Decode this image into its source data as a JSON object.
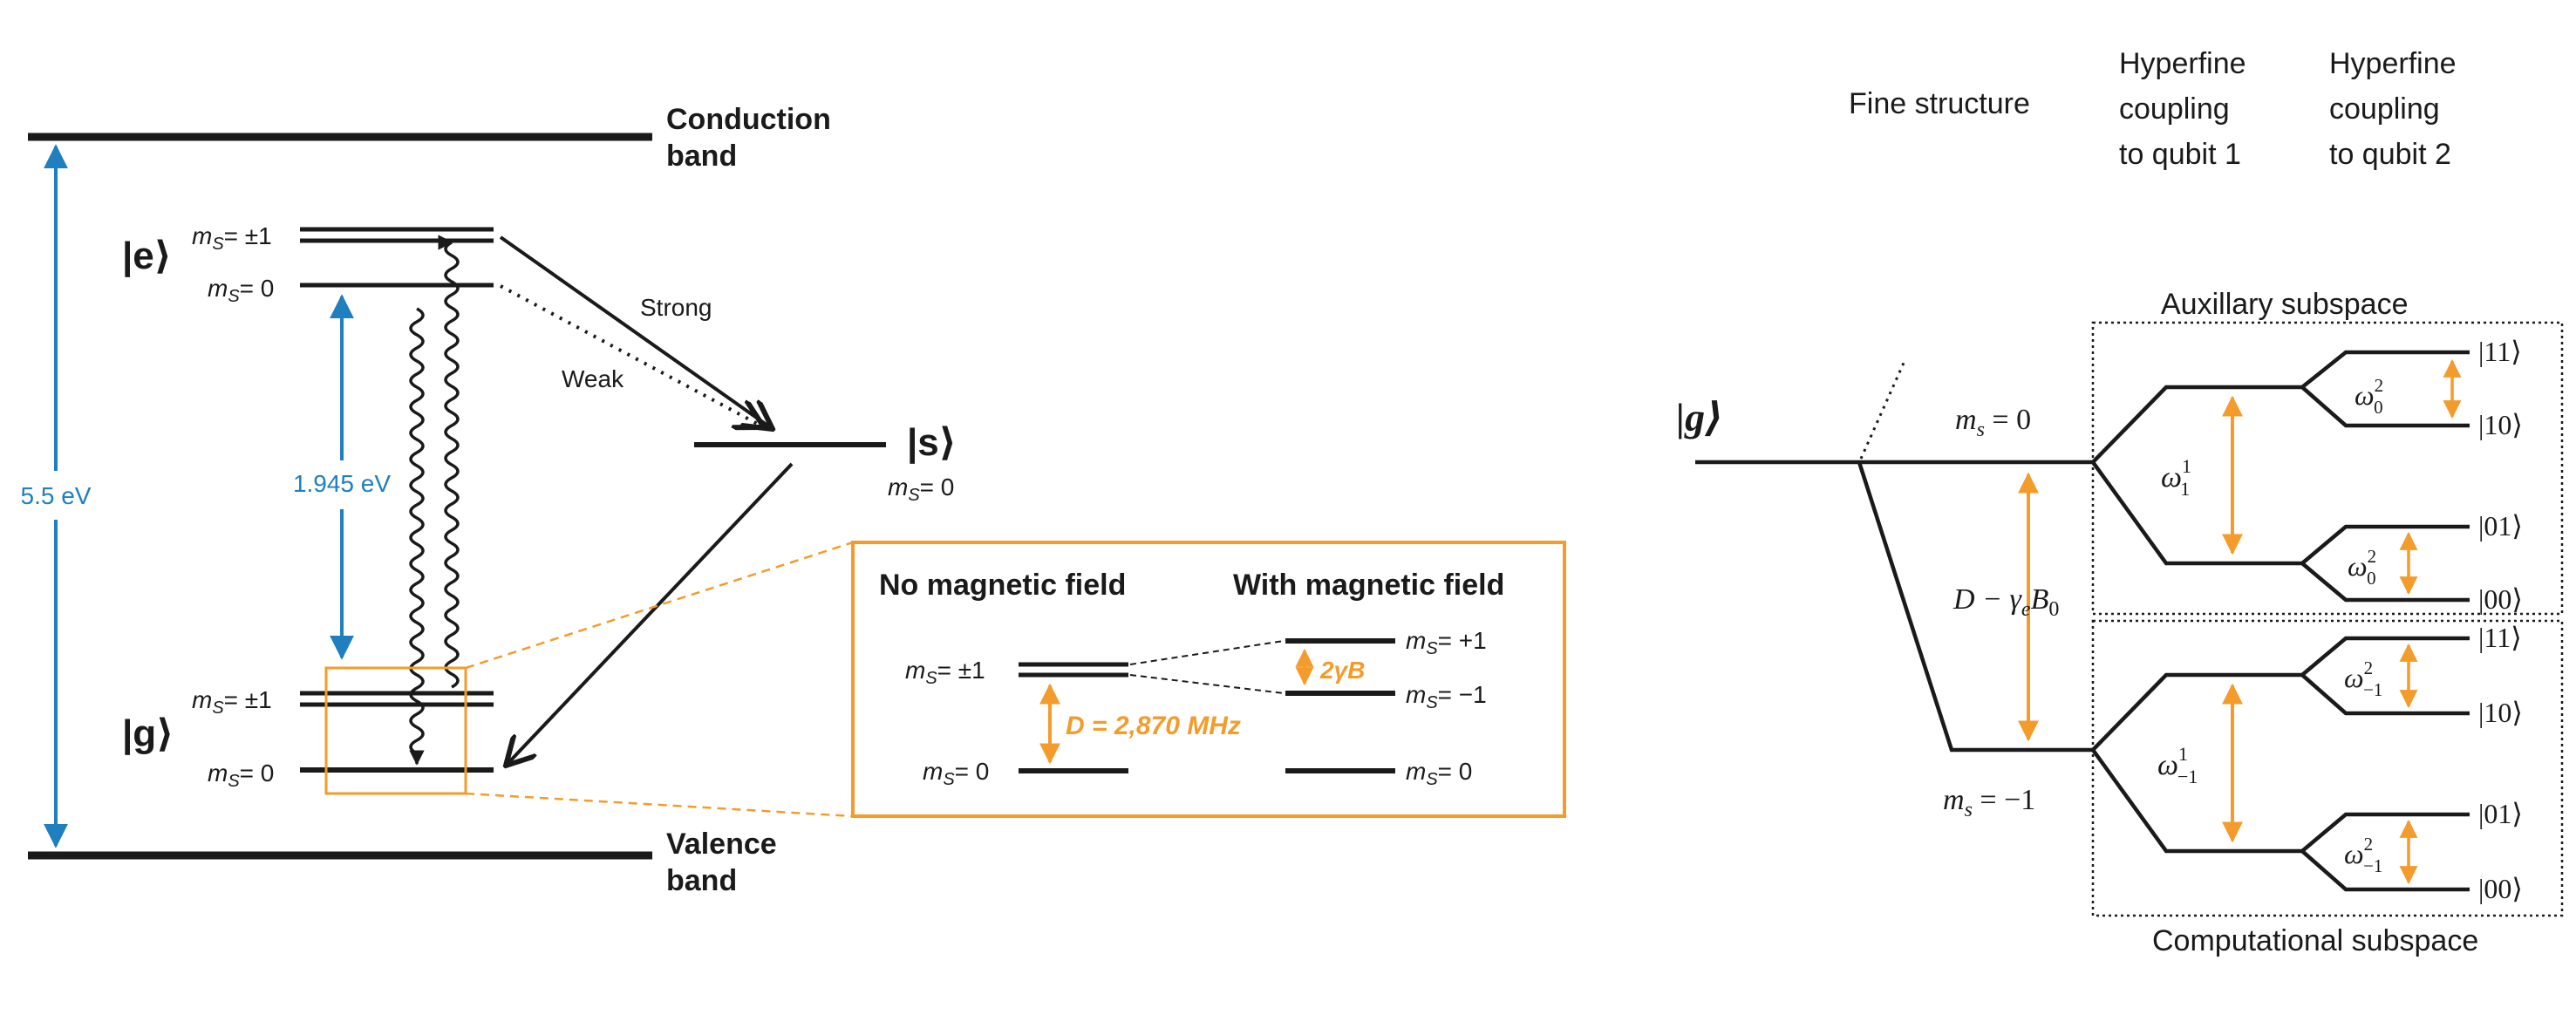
{
  "colors": {
    "blue": "#1f7fbf",
    "orange": "#f39c2b",
    "ink": "#1a1a1a"
  },
  "left": {
    "conduction_band": [
      "Conduction",
      "band"
    ],
    "valence_band": [
      "Valence",
      "band"
    ],
    "gap": "5.5 eV",
    "optical_gap": "1.945 eV",
    "excited_state": "|e⟩",
    "ground_state": "|g⟩",
    "singlet_state": "|s⟩",
    "strong": "Strong",
    "weak": "Weak",
    "ms_pm1_label": "m",
    "ms_pm1_value": "= ±1",
    "ms_0_value": "= 0",
    "ms_sub": "S"
  },
  "inset": {
    "title_no_field": "No magnetic field",
    "title_with_field": "With magnetic field",
    "zero_field_splitting": "D = 2,870 MHz",
    "zeeman": "2γB",
    "ms_pm1_value": "= ±1",
    "ms_0_value": "= 0",
    "ms_p1_value": "= +1",
    "ms_m1_value": "= −1"
  },
  "right": {
    "col_fine": "Fine structure",
    "col_hf1": [
      "Hyperfine",
      "coupling",
      "to qubit 1"
    ],
    "col_hf2": [
      "Hyperfine",
      "coupling",
      "to qubit 2"
    ],
    "aux_subspace": "Auxillary subspace",
    "comp_subspace": "Computational subspace",
    "ground": "|g⟩",
    "ms0": "m",
    "ms0_value": " = 0",
    "msm1_value": " = −1",
    "ms_sub": "s",
    "splitting": "D − γ",
    "splitting_e": "e",
    "splitting_b": "B",
    "splitting_0": "0",
    "omega": "ω",
    "w1_sup": "1",
    "w1_sub_top": "1",
    "w1_sub_bot": "−1",
    "w2_sup": "2",
    "w2_sub_top": "0",
    "w2_sub_bot": "−1",
    "kets": [
      "|11⟩",
      "|10⟩",
      "|01⟩",
      "|00⟩"
    ]
  }
}
